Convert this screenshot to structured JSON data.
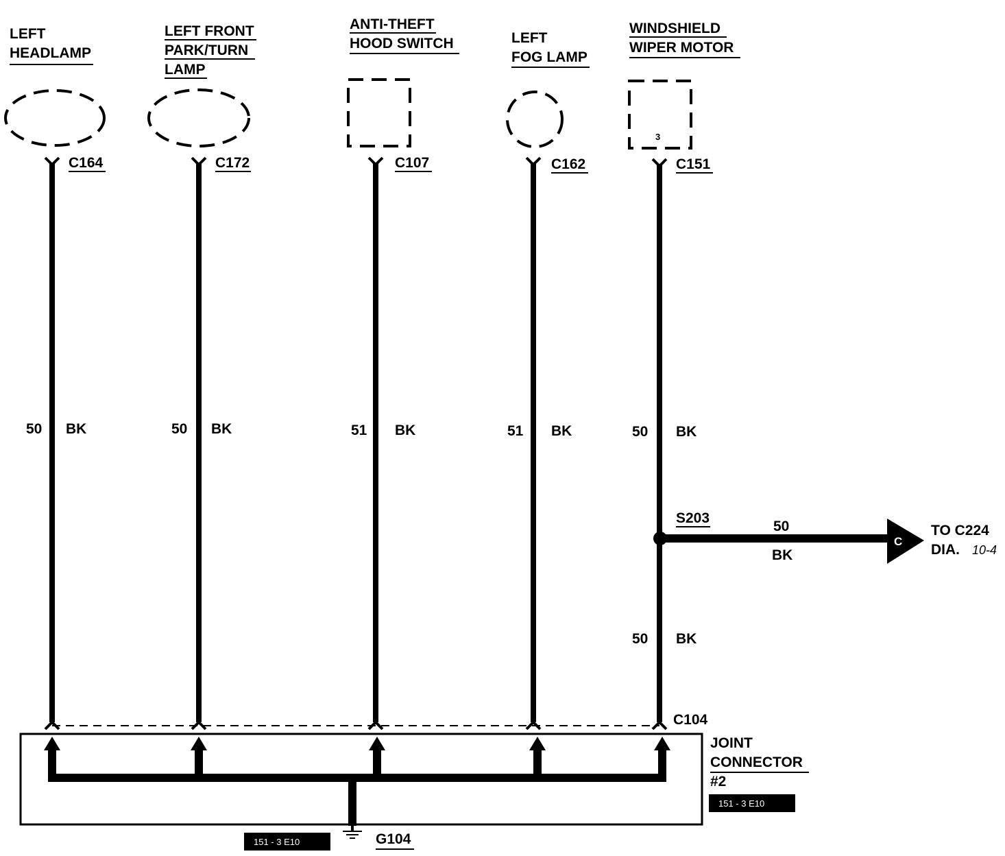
{
  "components": [
    {
      "id": "left-headlamp",
      "lines": [
        "LEFT",
        "HEADLAMP"
      ],
      "connector": "C164",
      "circuit": "50",
      "color": "BK",
      "symbol": "oval"
    },
    {
      "id": "left-front-park-turn-lamp",
      "lines": [
        "LEFT FRONT",
        "PARK/TURN",
        "LAMP"
      ],
      "connector": "C172",
      "circuit": "50",
      "color": "BK",
      "symbol": "oval"
    },
    {
      "id": "anti-theft-hood-switch",
      "lines": [
        "ANTI-THEFT",
        "HOOD SWITCH"
      ],
      "connector": "C107",
      "circuit": "51",
      "color": "BK",
      "symbol": "square"
    },
    {
      "id": "left-fog-lamp",
      "lines": [
        "LEFT",
        "FOG LAMP"
      ],
      "connector": "C162",
      "circuit": "51",
      "color": "BK",
      "symbol": "circle"
    },
    {
      "id": "windshield-wiper-motor",
      "lines": [
        "WINDSHIELD",
        "WIPER MOTOR"
      ],
      "connector": "C151",
      "circuit": "50",
      "color": "BK",
      "symbol": "square",
      "pin": "3"
    }
  ],
  "splice": {
    "id": "S203",
    "branch_circuit": "50",
    "branch_color": "BK",
    "lower_circuit": "50",
    "lower_color": "BK",
    "arrow_letter": "C",
    "to_line1": "TO C224",
    "to_line2": "DIA.",
    "to_ref": "10-4"
  },
  "joint_connector": {
    "connector": "C104",
    "lines": [
      "JOINT",
      "CONNECTOR",
      "#2"
    ],
    "ref_tag": "151 - 3  E10"
  },
  "ground": {
    "id": "G104",
    "ref_tag": "151 - 3  E10"
  },
  "colors": {
    "ink": "#000000",
    "paper": "#ffffff"
  }
}
